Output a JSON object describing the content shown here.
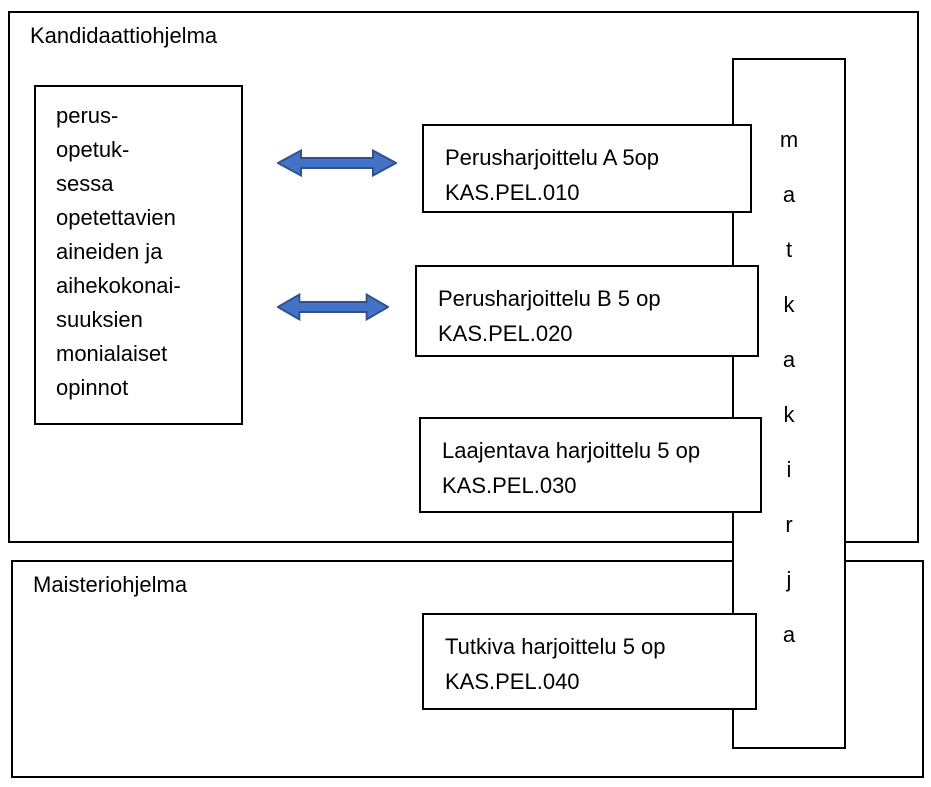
{
  "sections": {
    "kandidaatti": {
      "title": "Kandidaattiohjelma"
    },
    "maisteri": {
      "title": "Maisteriohjelma"
    }
  },
  "left_box": {
    "lines": [
      "perus-",
      "opetuk-",
      "sessa",
      "opetettavien",
      "aineiden ja",
      "aihekokonai-",
      "suuksien",
      "monialaiset",
      "opinnot"
    ]
  },
  "courses": [
    {
      "name": "Perusharjoittelu A 5op",
      "code": "KAS.PEL.010"
    },
    {
      "name": "Perusharjoittelu B 5 op",
      "code": "KAS.PEL.020"
    },
    {
      "name": "Laajentava harjoittelu 5 op",
      "code": "KAS.PEL.030"
    },
    {
      "name": "Tutkiva harjoittelu 5 op",
      "code": "KAS.PEL.040"
    }
  ],
  "vertical_label": {
    "word": "matkakirja",
    "letters": [
      "m",
      "a",
      "t",
      "k",
      "a",
      "k",
      "i",
      "r",
      "j",
      "a"
    ]
  },
  "colors": {
    "arrow_fill": "#4472C4",
    "arrow_stroke": "#2F528F",
    "border": "#000000",
    "background": "#FFFFFF"
  }
}
